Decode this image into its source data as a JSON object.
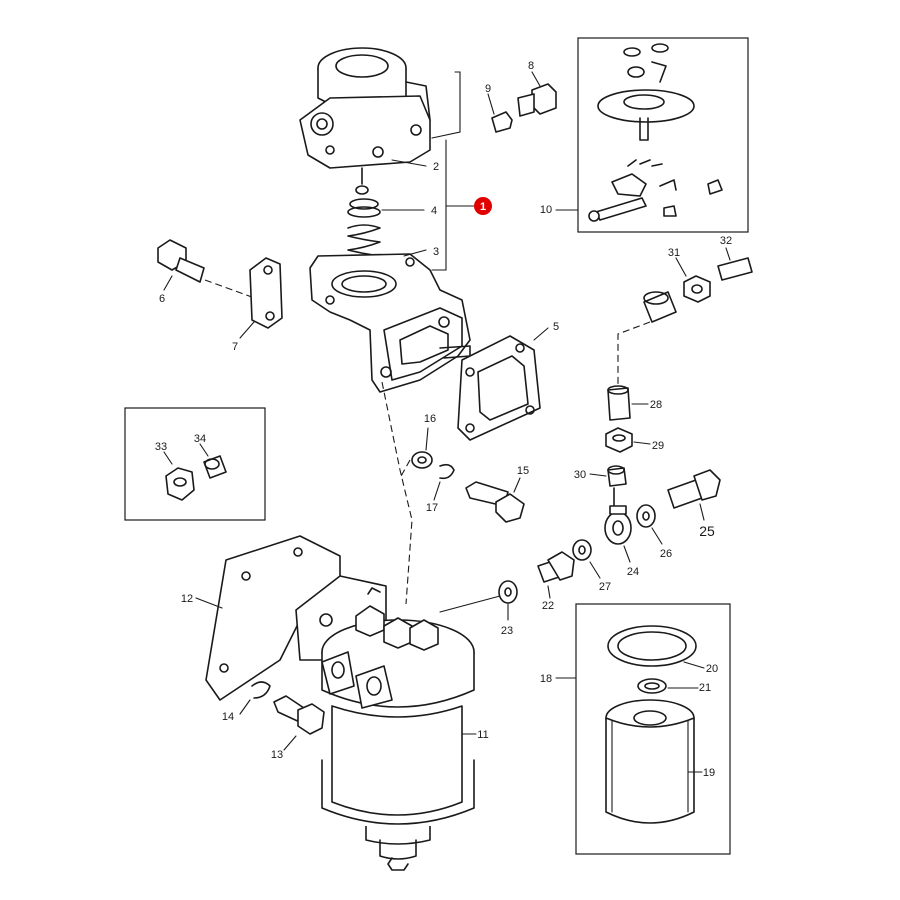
{
  "diagram": {
    "labels": {
      "p1": "1",
      "p2": "2",
      "p3": "3",
      "p4": "4",
      "p5": "5",
      "p6": "6",
      "p7": "7",
      "p8": "8",
      "p9": "9",
      "p10": "10",
      "p11": "11",
      "p12": "12",
      "p13": "13",
      "p14": "14",
      "p15": "15",
      "p16": "16",
      "p17": "17",
      "p18": "18",
      "p19": "19",
      "p20": "20",
      "p21": "21",
      "p22": "22",
      "p23": "23",
      "p24": "24",
      "p25": "25",
      "p26": "26",
      "p27": "27",
      "p28": "28",
      "p29": "29",
      "p30": "30",
      "p31": "31",
      "p32": "32",
      "p33": "33",
      "p34": "34"
    },
    "highlight": {
      "part": "1",
      "color": "#e00000"
    },
    "colors": {
      "line": "#1a1a1a",
      "background": "#ffffff"
    }
  }
}
